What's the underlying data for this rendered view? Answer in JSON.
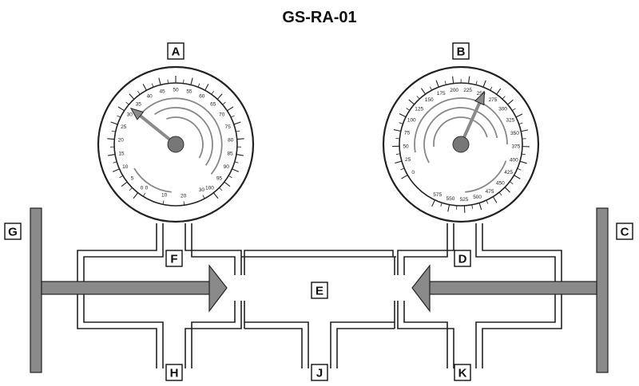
{
  "title": "GS-RA-01",
  "labels": {
    "a": "A",
    "b": "B",
    "c": "C",
    "d": "D",
    "e": "E",
    "f": "F",
    "g": "G",
    "h": "H",
    "j": "J",
    "k": "K"
  },
  "gauge_a": {
    "label": "A",
    "ticks": [
      "0",
      "5",
      "10",
      "15",
      "20",
      "25",
      "30",
      "35",
      "40",
      "45",
      "50",
      "55",
      "60",
      "65",
      "70",
      "75",
      "80",
      "85",
      "90",
      "95",
      "100"
    ],
    "inner_ticks": [
      "0",
      "10",
      "20",
      "30"
    ],
    "reading": 32
  },
  "gauge_b": {
    "label": "B",
    "ticks": [
      "0",
      "25",
      "50",
      "75",
      "100",
      "125",
      "150",
      "175",
      "200",
      "225",
      "250",
      "275",
      "300",
      "325",
      "350",
      "375",
      "400",
      "425",
      "450",
      "475",
      "500",
      "525",
      "550",
      "575"
    ],
    "reading": 255
  },
  "colors": {
    "piston": "#8a8a8a",
    "needle": "#8a8a8a",
    "hub": "#777777",
    "outline": "#222222",
    "arc": "#888888"
  }
}
